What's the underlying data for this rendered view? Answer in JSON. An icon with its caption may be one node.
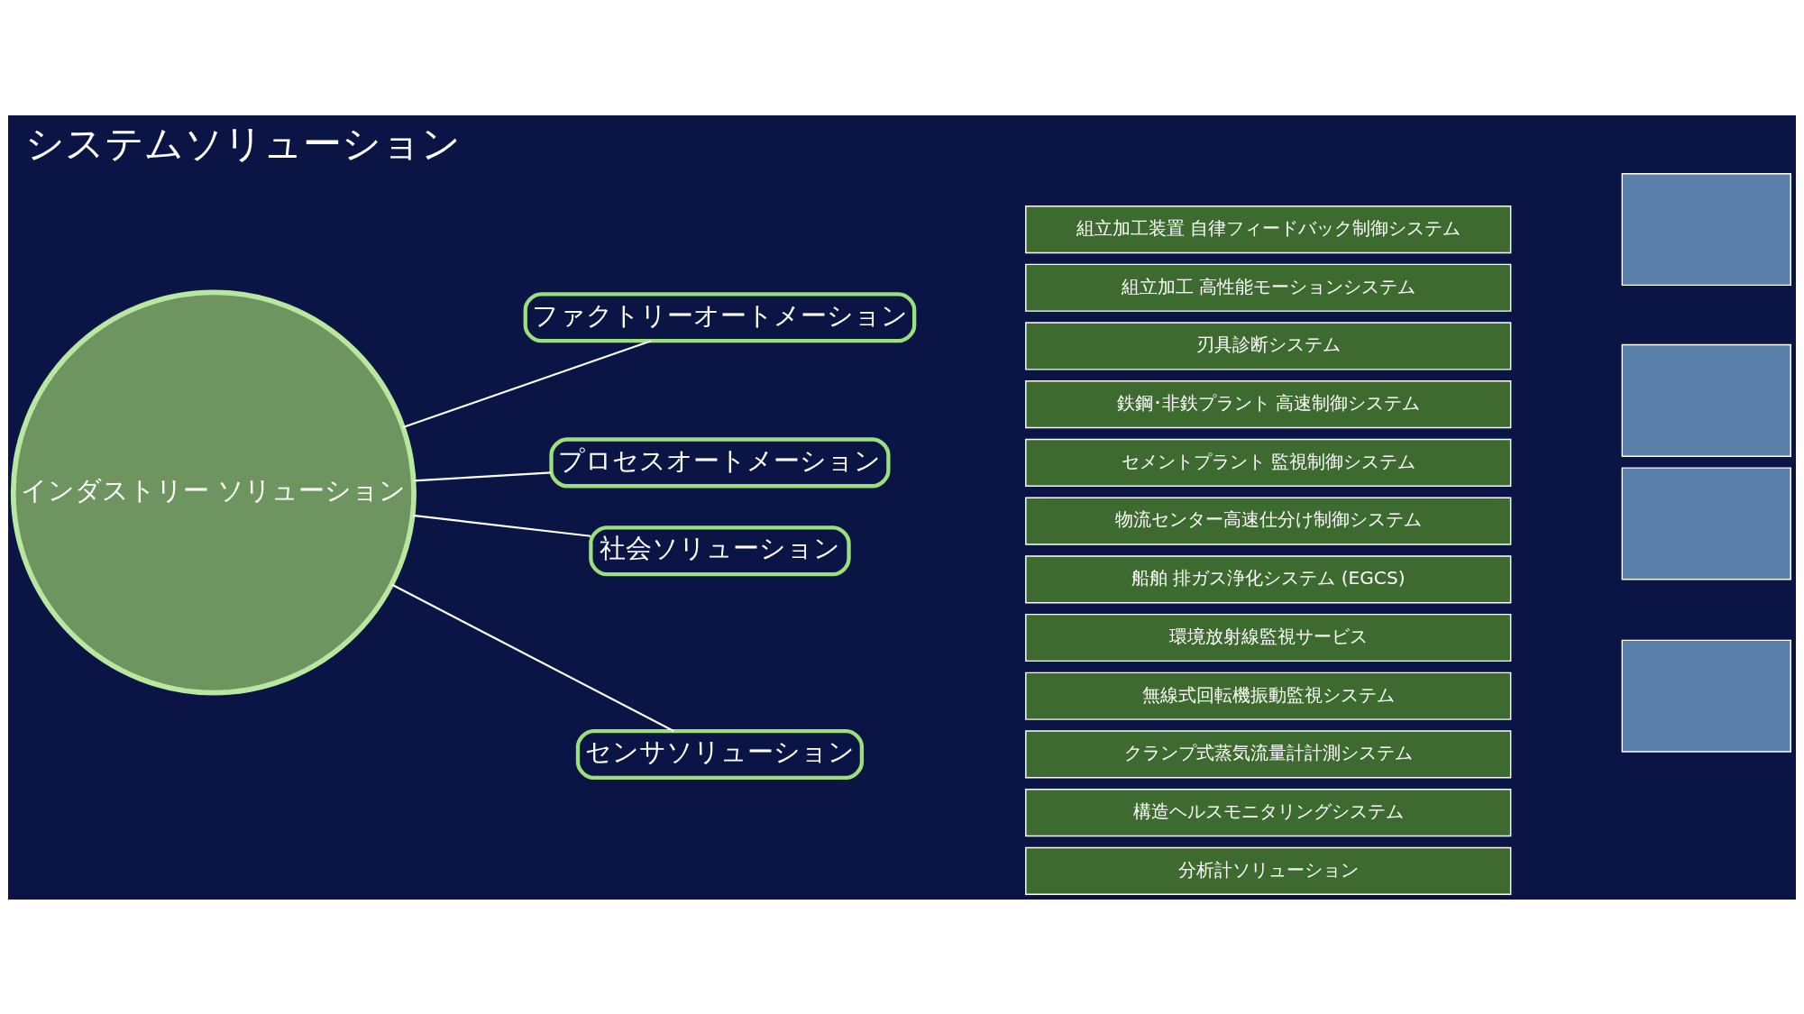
{
  "diagram": {
    "title": "システムソリューション",
    "nodes": [
      {
        "text": [
          "インダストリー ソリューション"
        ]
      },
      {
        "text": [
          "ファクトリーオートメーション"
        ]
      },
      {
        "text": [
          "組立加工装置 自律フィードバック制御システム"
        ]
      },
      {
        "text": [
          "組立加工 高性能モーションシステム"
        ]
      },
      {
        "text": [
          "刃具診断システム"
        ]
      },
      {
        "text": [],
        "shape": "box"
      },
      {
        "text": [
          "プロセスオートメーション"
        ]
      },
      {
        "text": [
          "鉄鋼･非鉄プラント 高速制御システム"
        ]
      },
      {
        "text": [
          "セメントプラント 監視制御システム"
        ]
      },
      {
        "text": [],
        "shape": "box"
      },
      {
        "text": [
          "社会ソリューション"
        ]
      },
      {
        "text": [
          "物流センター高速仕分け制御システム"
        ]
      },
      {
        "text": [
          "船舶 排ガス浄化システム (EGCS)"
        ]
      },
      {
        "text": [
          "環境放射線監視サービス"
        ]
      },
      {
        "text": [],
        "shape": "box"
      },
      {
        "text": [
          "センサソリューション"
        ]
      },
      {
        "text": [
          "無線式回転機振動監視システム"
        ]
      },
      {
        "text": [
          "クランプ式蒸気流量計計測システム"
        ]
      },
      {
        "text": [
          "構造ヘルスモニタリングシステム"
        ]
      },
      {
        "text": [
          "分析計ソリューション"
        ]
      },
      {
        "text": [],
        "shape": "box"
      }
    ],
    "edges": [
      {
        "from": 0,
        "to": 1,
        "arrow": "none"
      },
      {
        "from": 0,
        "to": 6,
        "arrow": "none"
      },
      {
        "from": 0,
        "to": 10,
        "arrow": "none"
      },
      {
        "from": 0,
        "to": 15,
        "arrow": "none"
      }
    ]
  }
}
